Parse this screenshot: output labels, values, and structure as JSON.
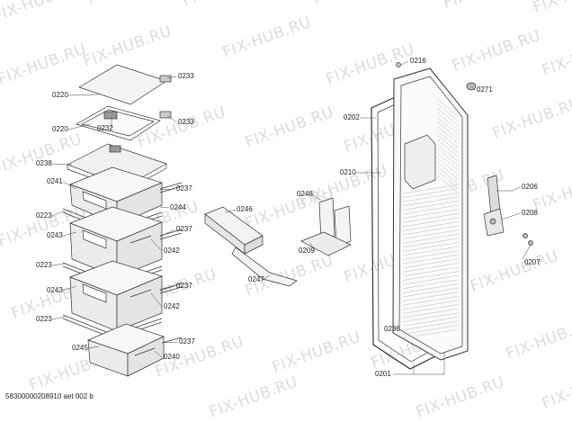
{
  "watermark": "FIX-HUB.RU",
  "footer": "58300000208910 aet 002 b",
  "parts": {
    "p0220a": "0220",
    "p0233a": "0233",
    "p0220b": "0220",
    "p0232": "0232",
    "p0233b": "0233",
    "p0238": "0238",
    "p0241": "0241",
    "p0237a": "0237",
    "p0223a": "0223",
    "p0244": "0244",
    "p0243a": "0243",
    "p0237b": "0237",
    "p0223b": "0223",
    "p0242a": "0242",
    "p0243b": "0243",
    "p0237c": "0237",
    "p0223c": "0223",
    "p0242b": "0242",
    "p0245": "0245",
    "p0237d": "0237",
    "p0240": "0240",
    "p0246": "0246",
    "p0247": "0247",
    "p0248": "0248",
    "p0209": "0209",
    "p0216": "0216",
    "p0271": "0271",
    "p0202": "0202",
    "p0210": "0210",
    "p0206": "0206",
    "p0208": "0208",
    "p0207": "0207",
    "p0236": "0236",
    "p0201": "0201"
  },
  "colors": {
    "line": "#333333",
    "fill": "#f2f2f2",
    "watermark": "#dcdcdc"
  }
}
